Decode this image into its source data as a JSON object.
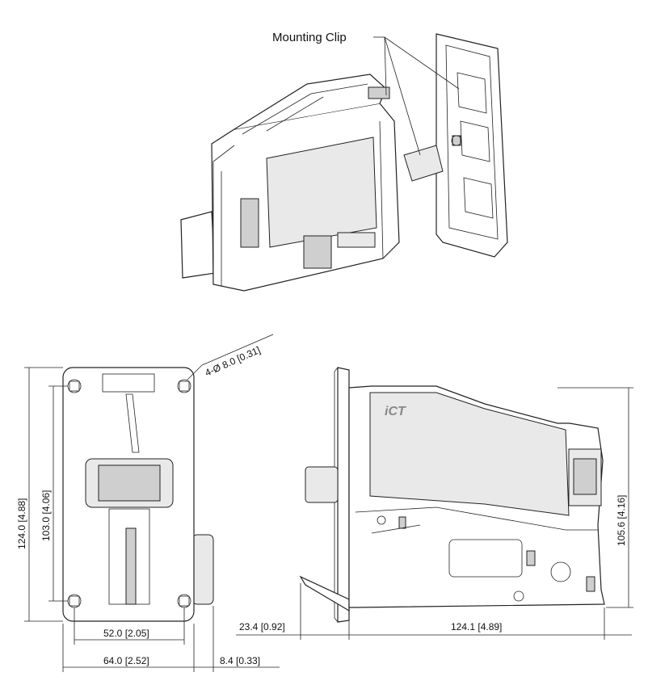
{
  "callout": {
    "mounting_clip": "Mounting Clip"
  },
  "logo_text": "iCT",
  "dimensions": {
    "hole": "4-Ø 8.0 [0.31]",
    "height_outer": "124.0 [4.88]",
    "height_inner": "103.0 [4.06]",
    "width_inner": "52.0 [2.05]",
    "width_outer": "64.0 [2.52]",
    "bezel_depth": "8.4 [0.33]",
    "front_protrusion": "23.4 [0.92]",
    "body_length": "124.1 [4.89]",
    "body_height": "105.6 [4.16]"
  }
}
